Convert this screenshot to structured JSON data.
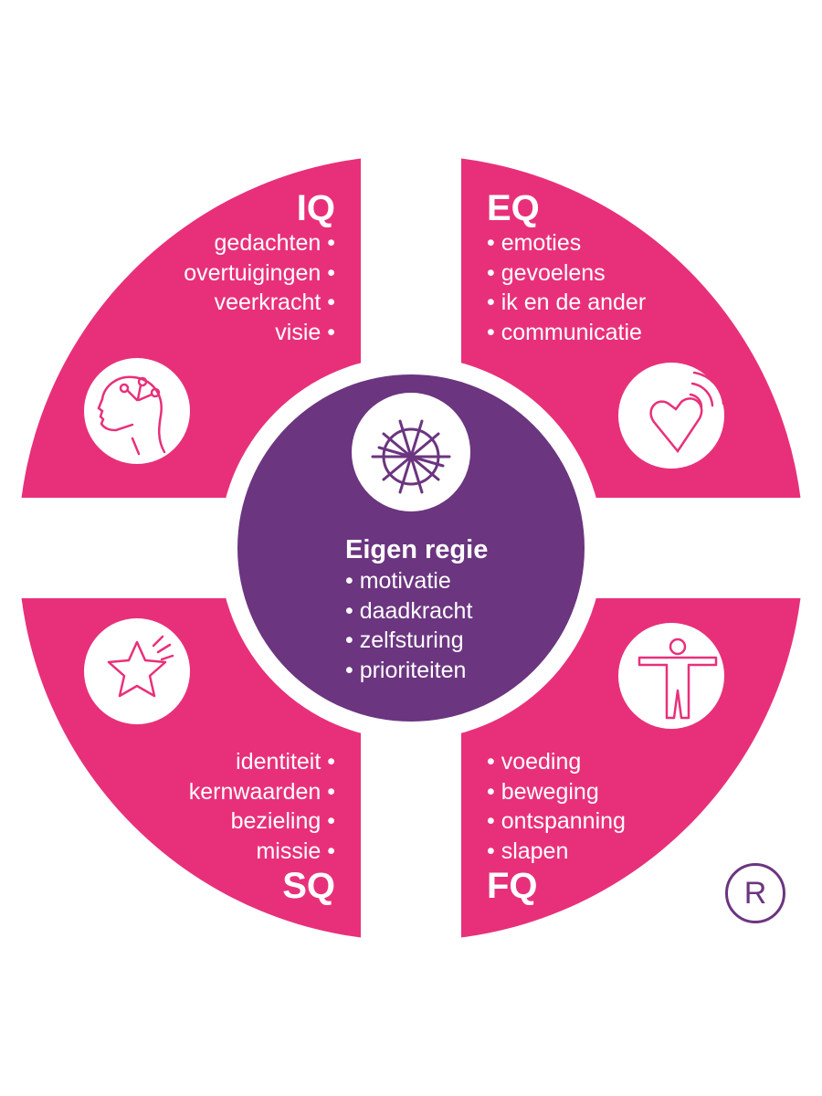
{
  "colors": {
    "pink": "#e8307a",
    "purple": "#6b3580"
  },
  "iq": {
    "title": "IQ",
    "items": [
      "gedachten •",
      "overtuigingen •",
      "veerkracht •",
      "visie •"
    ],
    "icon": "head-brain-icon"
  },
  "eq": {
    "title": "EQ",
    "items": [
      "• emoties",
      "• gevoelens",
      "• ik en de ander",
      "• communicatie"
    ],
    "icon": "heart-waves-icon"
  },
  "sq": {
    "title": "SQ",
    "items": [
      "identiteit •",
      "kernwaarden •",
      "bezieling •",
      "missie •"
    ],
    "icon": "shining-star-icon"
  },
  "fq": {
    "title": "FQ",
    "items": [
      "• voeding",
      "• beweging",
      "• ontspanning",
      "• slapen"
    ],
    "icon": "human-body-icon"
  },
  "center": {
    "title": "Eigen regie",
    "items": [
      "• motivatie",
      "• daadkracht",
      "• zelfsturing",
      "• prioriteiten"
    ],
    "icon": "ship-wheel-icon"
  },
  "registered": "R"
}
